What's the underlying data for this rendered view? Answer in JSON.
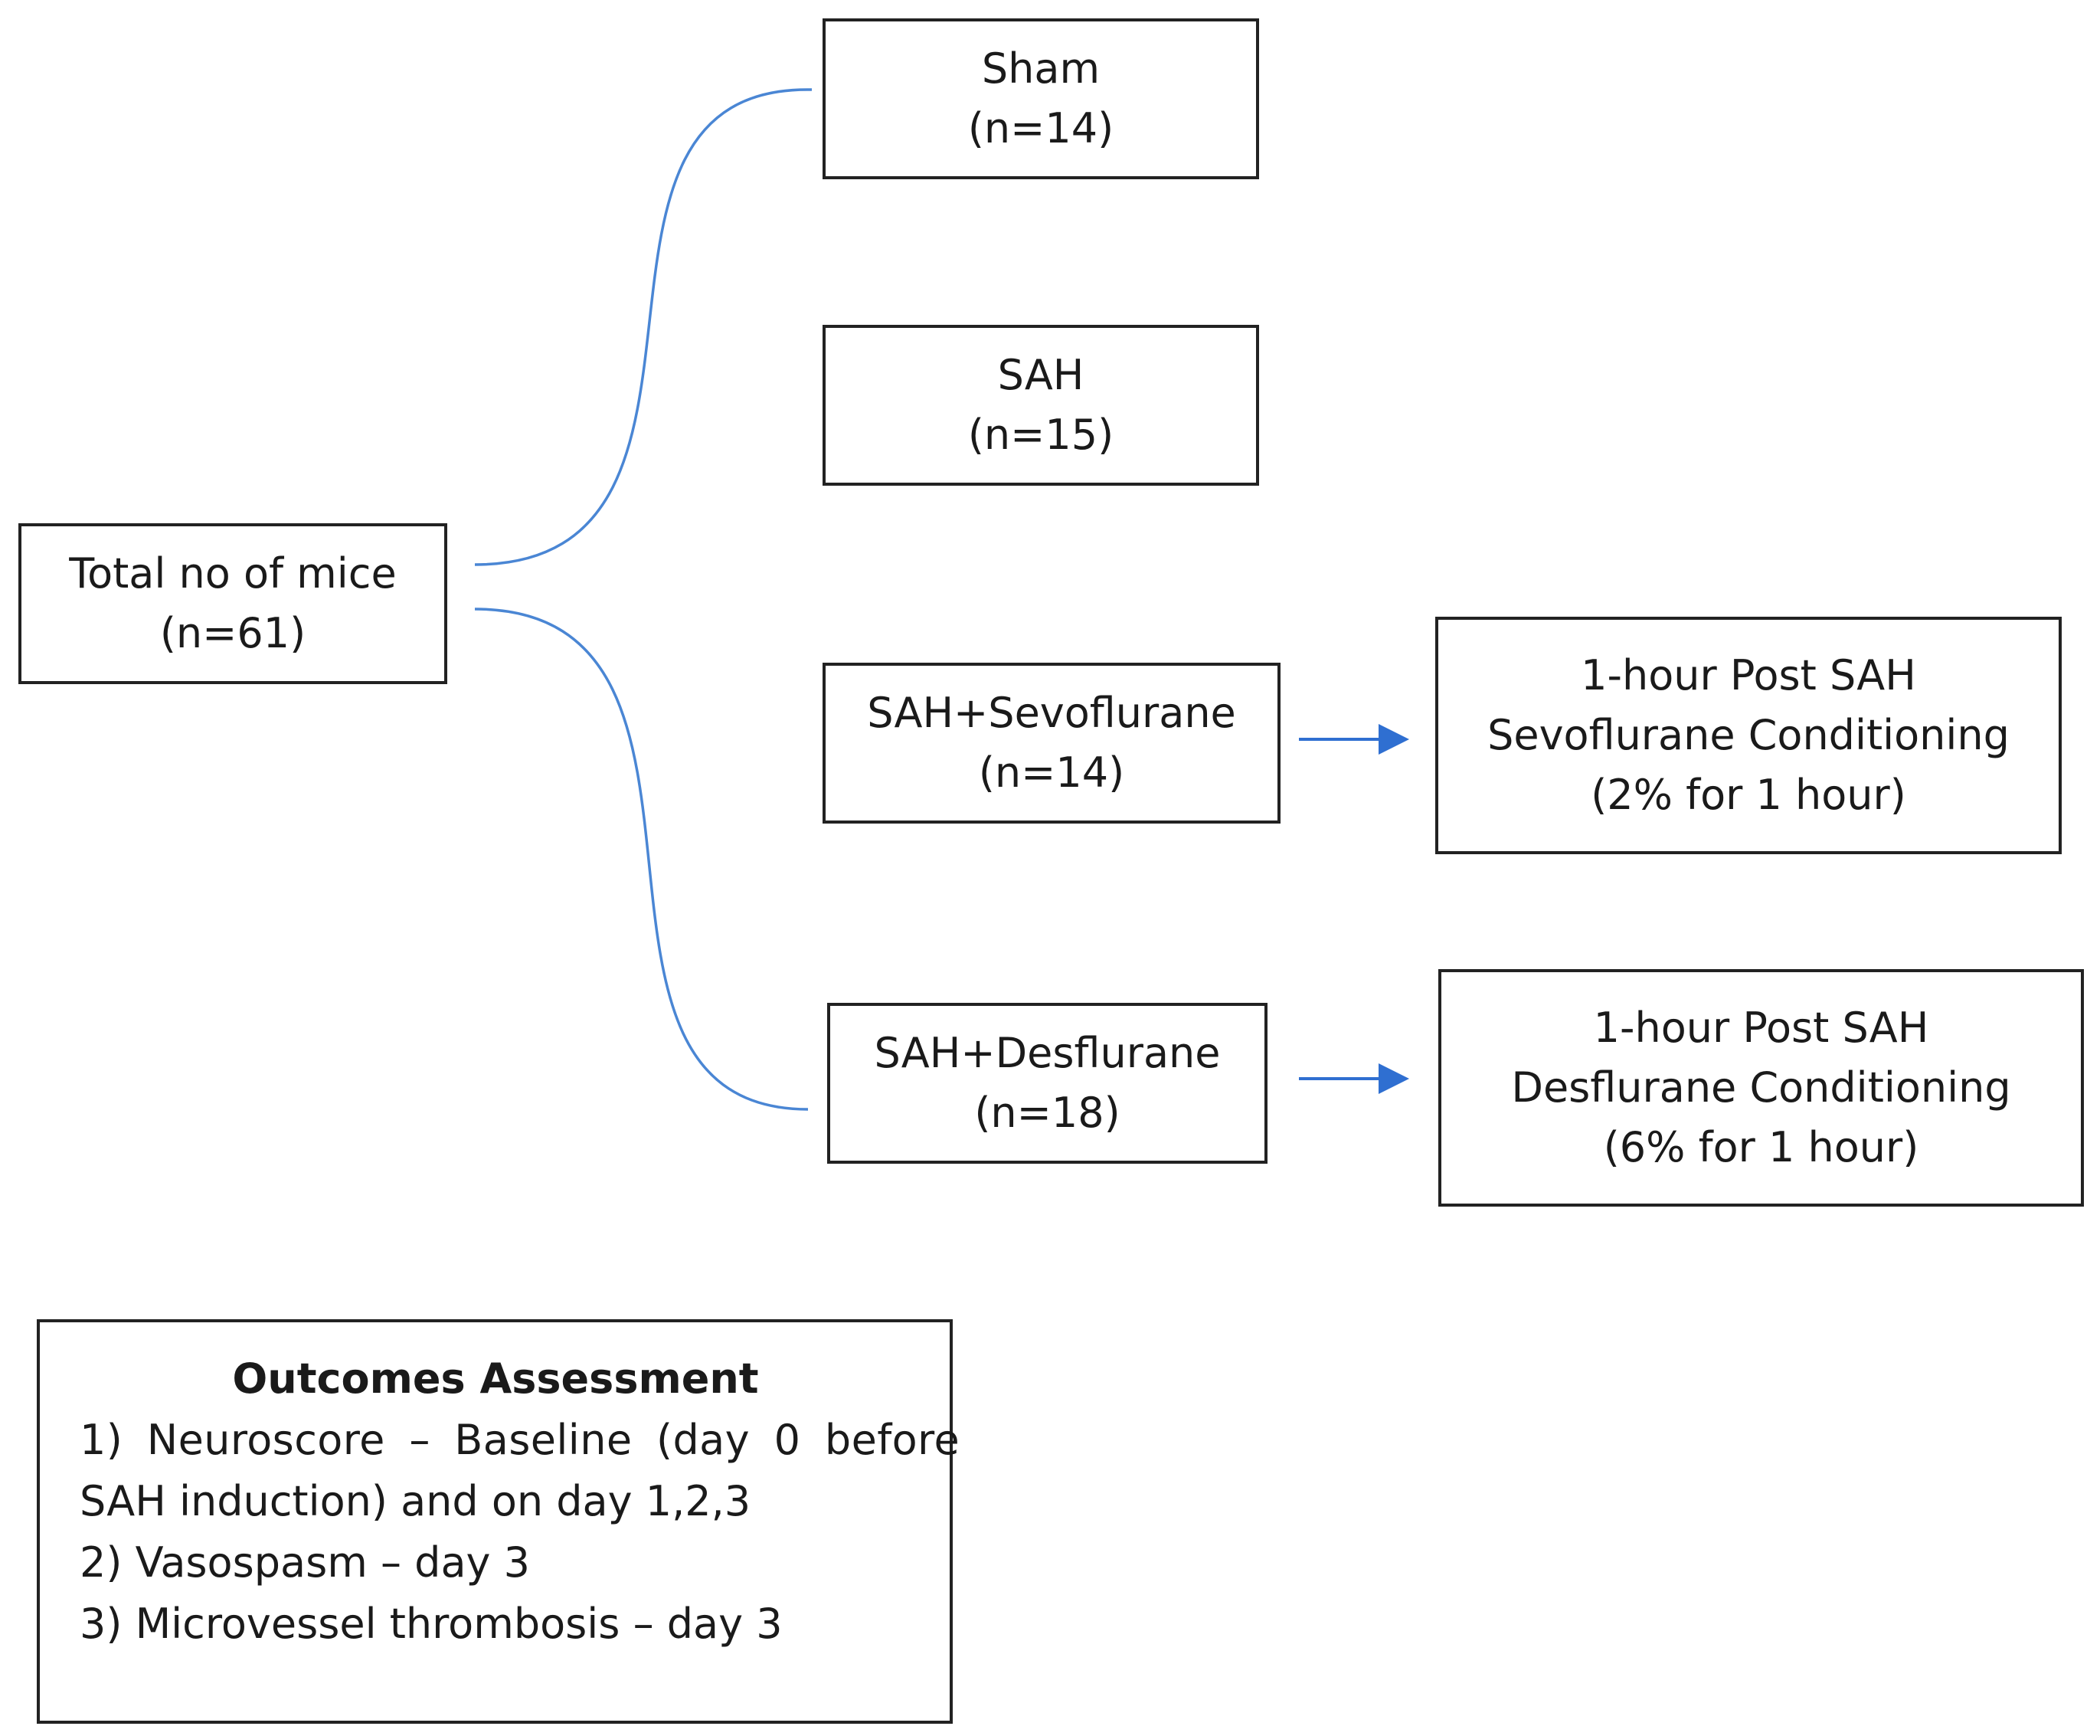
{
  "colors": {
    "connector": "#4a86d4",
    "arrow": "#2f6fd1",
    "box_border": "#222222",
    "text": "#1a1a1a"
  },
  "nodes": {
    "total": {
      "line1": "Total no of mice",
      "line2": "(n=61)"
    },
    "sham": {
      "line1": "Sham",
      "line2": "(n=14)"
    },
    "sah": {
      "line1": "SAH",
      "line2": "(n=15)"
    },
    "sah_sevo": {
      "line1": "SAH+Sevoflurane",
      "line2": "(n=14)"
    },
    "sah_des": {
      "line1": "SAH+Desflurane",
      "line2": "(n=18)"
    },
    "sevo_conditioning": {
      "line1": "1-hour Post SAH",
      "line2": "Sevoflurane Conditioning",
      "line3": "(2% for 1 hour)"
    },
    "des_conditioning": {
      "line1": "1-hour Post SAH",
      "line2": "Desflurane Conditioning",
      "line3": "(6% for 1 hour)"
    }
  },
  "outcomes": {
    "heading": "Outcomes Assessment",
    "items": [
      "1) Neuroscore – Baseline (day 0 before",
      "SAH induction) and on day 1,2,3",
      "2) Vasospasm – day 3",
      "3) Microvessel thrombosis – day 3"
    ]
  }
}
